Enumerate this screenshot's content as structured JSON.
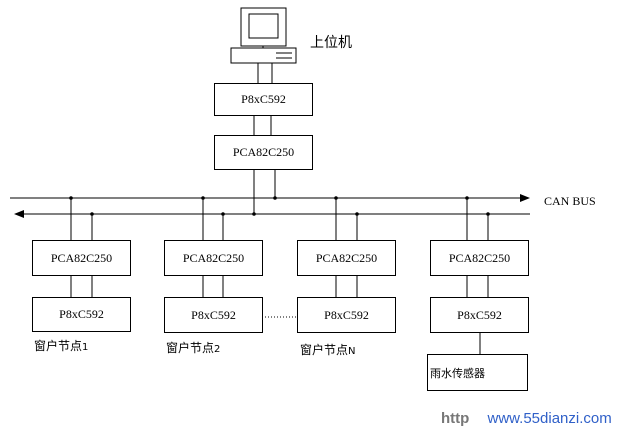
{
  "host": {
    "label": "上位机",
    "chip_controller": "P8xC592",
    "chip_transceiver": "PCA82C250"
  },
  "bus": {
    "label": "CAN BUS"
  },
  "nodes": [
    {
      "transceiver": "PCA82C250",
      "controller": "P8xC592",
      "label": "窗户节点",
      "index": "1"
    },
    {
      "transceiver": "PCA82C250",
      "controller": "P8xC592",
      "label": "窗户节点",
      "index": "2"
    },
    {
      "transceiver": "PCA82C250",
      "controller": "P8xC592",
      "label": "窗户节点",
      "index": "N"
    },
    {
      "transceiver": "PCA82C250",
      "controller": "P8xC592",
      "sensor": "雨水传感器"
    }
  ],
  "watermark": {
    "prefix": "http",
    "url": "www.55dianzi.com"
  },
  "colors": {
    "line": "#000000",
    "watermark_url": "#3060c8"
  }
}
